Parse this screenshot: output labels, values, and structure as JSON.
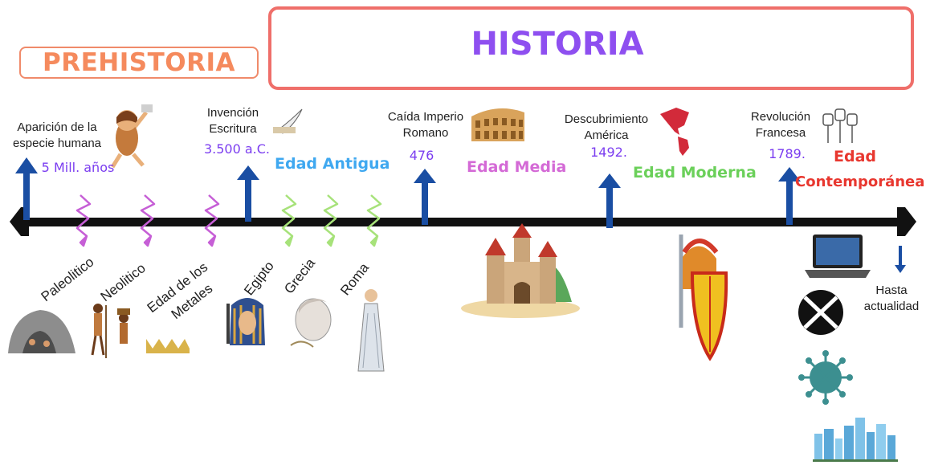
{
  "colors": {
    "prehistoria": "#f58a5d",
    "historia": "#8e4ff0",
    "antigua": "#3fa8f0",
    "media": "#d46ad6",
    "moderna": "#6bd05a",
    "contemporanea": "#e8372f",
    "arrow": "#1a4ea3",
    "timeline": "#111111",
    "date_text": "#7b3df0"
  },
  "headers": {
    "prehistoria": "PREHISTORIA",
    "historia": "HISTORIA"
  },
  "events": [
    {
      "line1": "Aparición de la",
      "line2": "especie humana",
      "date": "5 Mill. años",
      "icon": "caveman-icon"
    },
    {
      "line1": "Invención",
      "line2": "Escritura",
      "date": "3.500 a.C.",
      "icon": "quill-icon"
    },
    {
      "line1": "Caída Imperio",
      "line2": "Romano",
      "date": "476",
      "icon": "colosseum-icon"
    },
    {
      "line1": "Descubrimiento",
      "line2": "América",
      "date": "1492.",
      "icon": "americas-map-icon"
    },
    {
      "line1": "Revolución",
      "line2": "Francesa",
      "date": "1789.",
      "icon": "raised-fists-icon"
    }
  ],
  "eras": {
    "antigua": "Edad Antigua",
    "media": "Edad Media",
    "moderna": "Edad Moderna",
    "contemporanea_1": "Edad",
    "contemporanea_2": "Contemporánea"
  },
  "prehistory_periods": [
    "Paleolitico",
    "Neolitico",
    "Edad de los",
    "Metales"
  ],
  "ancient_civilizations": [
    "Egipto",
    "Grecia",
    "Roma"
  ],
  "present": {
    "line1": "Hasta",
    "line2": "actualidad"
  }
}
